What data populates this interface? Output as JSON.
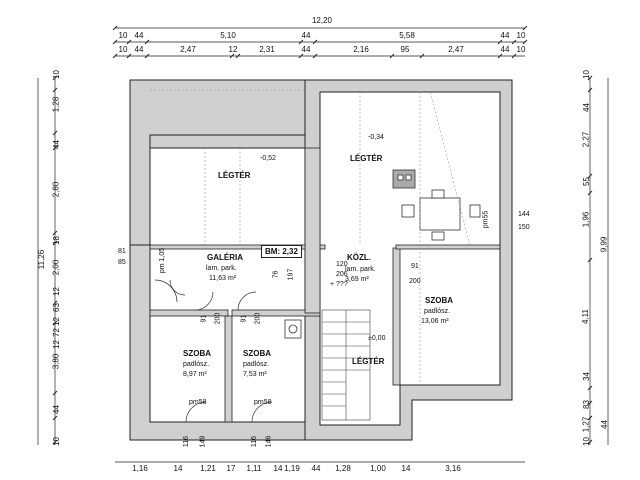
{
  "dims_top": {
    "overall": "12,20",
    "row2": [
      "10",
      "44",
      "5,10",
      "44",
      "5,58",
      "44",
      "10"
    ],
    "row3": [
      "10",
      "44",
      "2,47",
      "12",
      "2,31",
      "44",
      "2,16",
      "95",
      "2,47",
      "44",
      "10"
    ]
  },
  "dims_bottom": {
    "row1": [
      "1,16",
      "14",
      "1,21",
      "17",
      "1,11",
      "14",
      "1,19",
      "44",
      "1,28",
      "1,00",
      "14",
      "3,16"
    ]
  },
  "dims_left": [
    "10",
    "1,28",
    "44",
    "2,80",
    "18",
    "2,00",
    "12",
    "63",
    "12",
    "72",
    "12",
    "3,80",
    "44",
    "10"
  ],
  "dims_left_total": "11,26",
  "dims_right": [
    "10",
    "44",
    "2,27",
    "55",
    "1,96",
    "4,11",
    "34",
    "83",
    "44",
    "1,27",
    "10"
  ],
  "dims_right_total": "9,99",
  "rooms": {
    "legter_left": {
      "name": "LÉGTÉR",
      "level": "-0,52"
    },
    "legter_right": {
      "name": "LÉGTÉR",
      "level": "-0,34"
    },
    "galeria": {
      "name": "GALÉRIA",
      "floor": "lam. park.",
      "area": "11,63 m²"
    },
    "kozl": {
      "name": "KÖZL.",
      "floor": "lam. park.",
      "area": "3,69 m²"
    },
    "szoba_right": {
      "name": "SZOBA",
      "floor": "padlósz.",
      "area": "13,06 m²"
    },
    "szoba_left1": {
      "name": "SZOBA",
      "floor": "padlósz.",
      "area": "8,97 m²"
    },
    "szoba_left2": {
      "name": "SZOBA",
      "floor": "padlósz.",
      "area": "7,53 m²"
    },
    "legter_stair": {
      "name": "LÉGTÉR",
      "level": "±0,00"
    }
  },
  "annotations": {
    "bm": "BM: 2,32",
    "pm105": "pm 1,05",
    "win_left_top": "81",
    "win_left_bot": "85",
    "win_right_top": "144",
    "win_right_bot": "150",
    "pm55": "pm55",
    "d120": "120",
    "d206": "206",
    "qqq": "+ ???",
    "d76": "76",
    "d197": "197",
    "d91a": "91",
    "d200a": "200",
    "d91b": "91",
    "d200b": "200",
    "d91c": "91",
    "d200c": "200",
    "pm58a": "pm58",
    "pm58b": "pm58",
    "d116a": "116",
    "d149": "149",
    "d116b": "116",
    "d146": "146"
  }
}
